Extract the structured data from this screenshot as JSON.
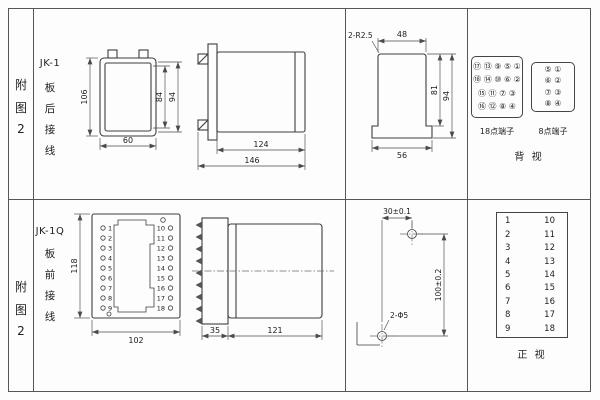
{
  "top": {
    "fig_label": [
      "附",
      "图",
      "2"
    ],
    "model": "JK-1",
    "wiring": [
      "板",
      "后",
      "接",
      "线"
    ],
    "sideview": {
      "height": "106",
      "inner_height": "84",
      "stud_height": "94",
      "width": "60"
    },
    "frontview": {
      "body_len": "124",
      "total_len": "146"
    },
    "cutout": {
      "corner": "2-R2.5",
      "top_width": "48",
      "inner_height": "81",
      "full_height": "94",
      "bottom_width": "56"
    },
    "terminal18": {
      "label": "18点端子",
      "rows": [
        "⑰ ⑬ ⑨ ⑤ ①",
        "⑱ ⑭ ⑩ ⑥ ②",
        "⑮ ⑪ ⑦ ③",
        "⑯ ⑫ ⑧ ④"
      ]
    },
    "terminal8": {
      "label": "8点端子",
      "rows": [
        "⑤ ①",
        "⑥ ②",
        "⑦ ③",
        "⑧ ④"
      ]
    },
    "view_label": "背  视"
  },
  "bottom": {
    "fig_label": [
      "附",
      "图",
      "2"
    ],
    "model": "JK-1Q",
    "wiring": [
      "板",
      "前",
      "接",
      "线"
    ],
    "connector": {
      "height": "118",
      "width": "102",
      "left_terms": [
        "1",
        "2",
        "3",
        "4",
        "5",
        "6",
        "7",
        "8",
        "9"
      ],
      "right_terms": [
        "10",
        "11",
        "12",
        "13",
        "14",
        "15",
        "16",
        "17",
        "18"
      ]
    },
    "sideview": {
      "terminal_width": "35",
      "body_width": "121"
    },
    "drill": {
      "hole_spacing_h": "30±0.1",
      "hole_spacing_v": "100±0.2",
      "holes": "2-Φ5"
    },
    "table": {
      "left": [
        "1",
        "2",
        "3",
        "4",
        "5",
        "6",
        "7",
        "8",
        "9"
      ],
      "right": [
        "10",
        "11",
        "12",
        "13",
        "14",
        "15",
        "16",
        "17",
        "18"
      ],
      "view_label": "正  视"
    }
  }
}
